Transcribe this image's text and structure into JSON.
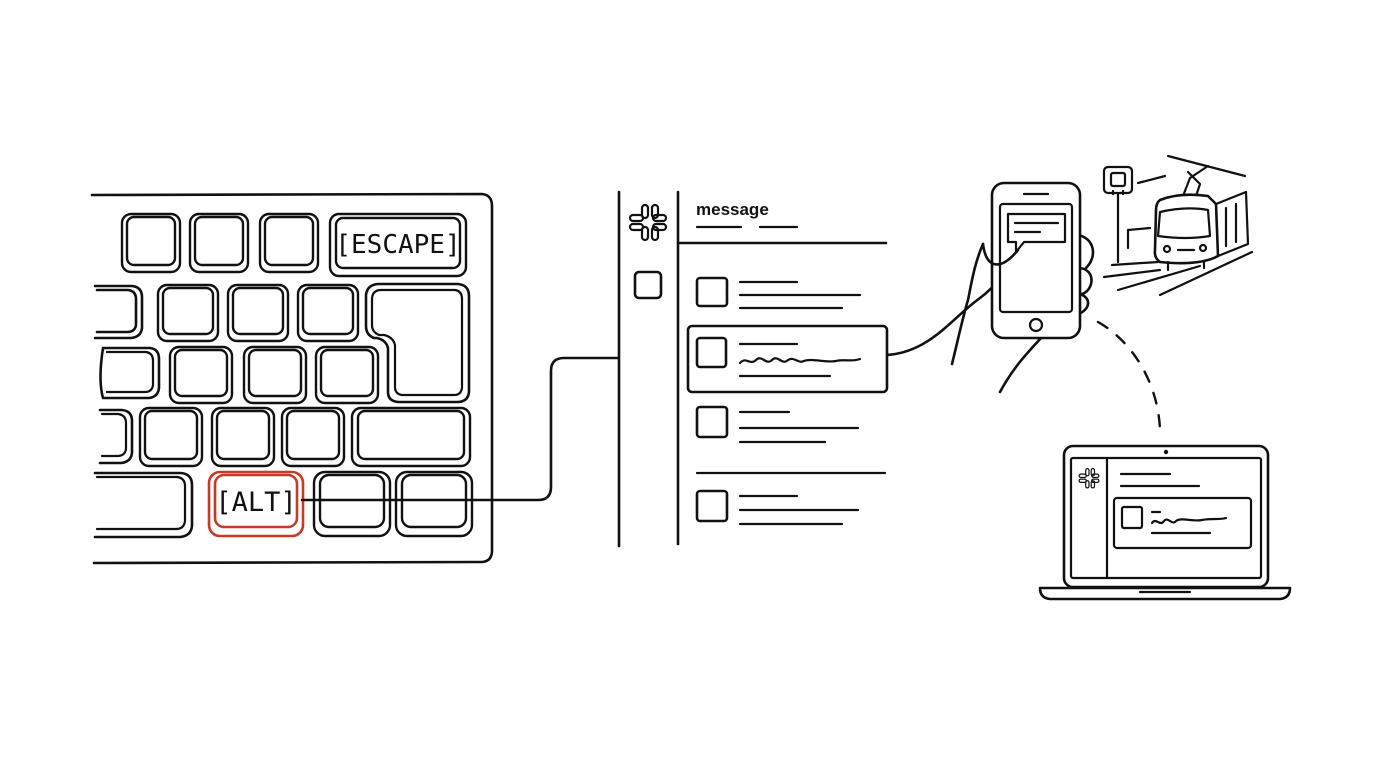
{
  "keyboard": {
    "escape_label": "[ESCAPE]",
    "alt_label": "[ALT]"
  },
  "slack_window": {
    "header_label": "message"
  },
  "colors": {
    "ink": "#111111",
    "accent": "#c63b26",
    "background": "#ffffff"
  },
  "icons": [
    "slack-logo-icon",
    "bus-stop-sign-icon",
    "tram-icon",
    "phone-icon",
    "laptop-icon"
  ]
}
